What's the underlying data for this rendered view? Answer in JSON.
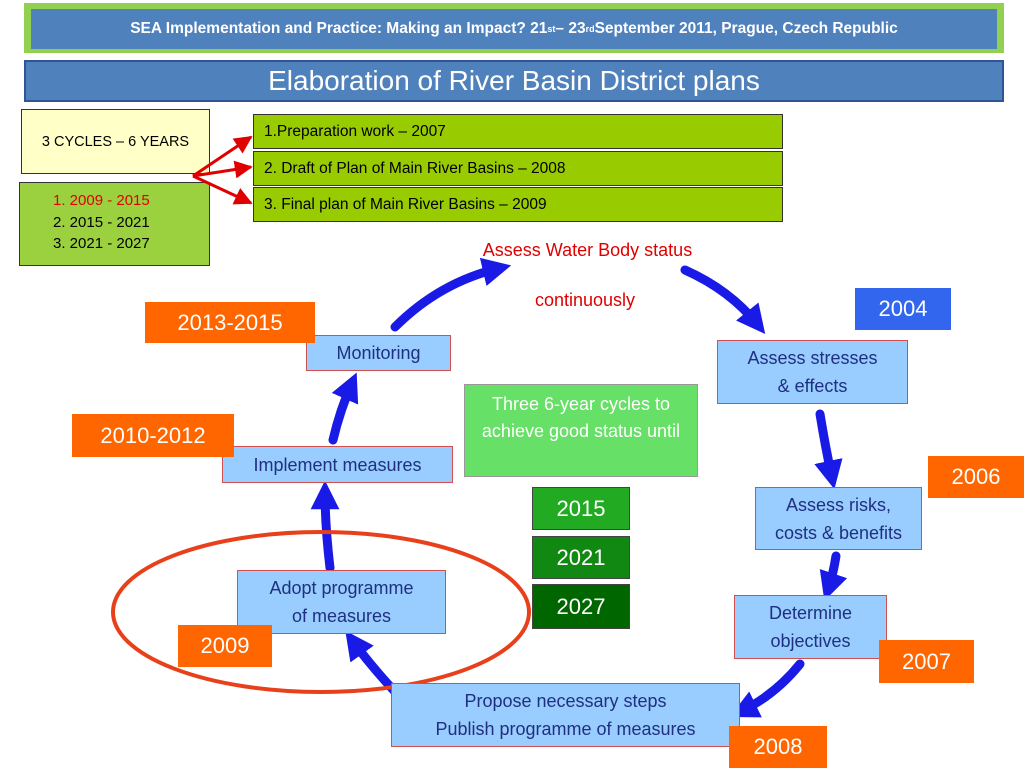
{
  "header": {
    "banner_part1": "SEA Implementation and Practice: Making an Impact? 21",
    "banner_sup1": "st",
    "banner_part2": " – 23",
    "banner_sup2": "rd",
    "banner_part3": " September 2011, Prague, Czech Republic",
    "title": "Elaboration of River Basin District plans"
  },
  "cycles": {
    "label": "3 CYCLES – 6 YEARS",
    "items": [
      "1.  2009  -  2015",
      "2.  2015  -  2021",
      "3.  2021  -  2027"
    ]
  },
  "steps": [
    "1.Preparation work  – 2007",
    "2. Draft of Plan of Main River Basins – 2008",
    "3. Final plan of Main River Basins – 2009"
  ],
  "cycle_diagram": {
    "assess_status": "Assess Water Body status",
    "continuously": "continuously",
    "center_text": "Three 6-year cycles to achieve good status until",
    "center_years": [
      "2015",
      "2021",
      "2027"
    ],
    "nodes": {
      "monitoring": "Monitoring",
      "stresses_l1": "Assess stresses",
      "stresses_l2": "& effects",
      "implement": "Implement measures",
      "risks_l1": "Assess risks,",
      "risks_l2": "costs & benefits",
      "adopt_l1": "Adopt programme",
      "adopt_l2": "of measures",
      "objectives_l1": "Determine",
      "objectives_l2": "objectives",
      "propose_l1": "Propose necessary steps",
      "propose_l2": "Publish programme of measures"
    },
    "year_labels": {
      "y2013_2015": "2013-2015",
      "y2010_2012": "2010-2012",
      "y2009": "2009",
      "y2004": "2004",
      "y2006": "2006",
      "y2007": "2007",
      "y2008": "2008"
    }
  },
  "colors": {
    "orange": "#ff6600",
    "blue_badge": "#3366ee",
    "arrow_blue": "#1a1ae6",
    "arrow_red": "#e00000"
  }
}
